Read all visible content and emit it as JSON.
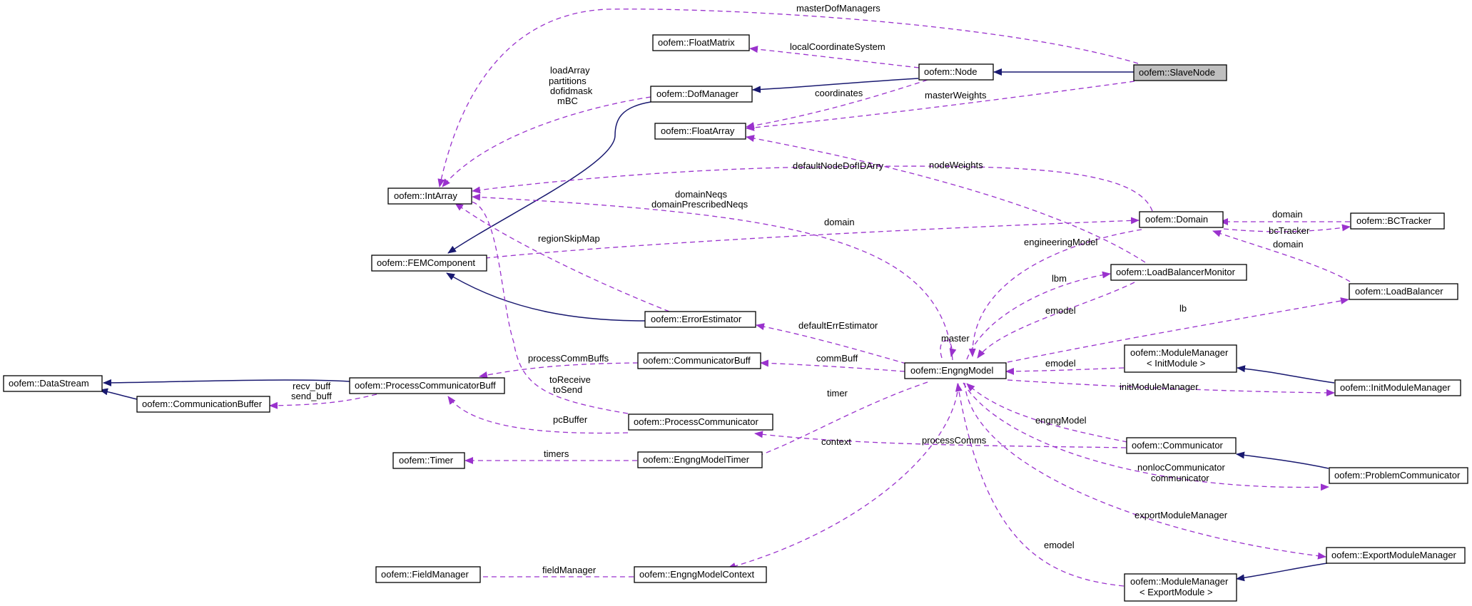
{
  "colors": {
    "inheritance": "#191970",
    "usage": "#9a32cd",
    "focus_fill": "#bfbfbf"
  },
  "nodes": {
    "slavenode": "oofem::SlaveNode",
    "node": "oofem::Node",
    "floatmatrix": "oofem::FloatMatrix",
    "dofmanager": "oofem::DofManager",
    "floatarray": "oofem::FloatArray",
    "intarray": "oofem::IntArray",
    "femcomponent": "oofem::FEMComponent",
    "domain": "oofem::Domain",
    "bctracker": "oofem::BCTracker",
    "loadbalancermonitor": "oofem::LoadBalancerMonitor",
    "loadbalancer": "oofem::LoadBalancer",
    "errorestimator": "oofem::ErrorEstimator",
    "communicatorbuff": "oofem::CommunicatorBuff",
    "engngmodel": "oofem::EngngModel",
    "datastream": "oofem::DataStream",
    "processcommunicatorbuff": "oofem::ProcessCommunicatorBuff",
    "communicationbuffer": "oofem::CommunicationBuffer",
    "modulemanager_init_1": "oofem::ModuleManager",
    "modulemanager_init_2": "< InitModule >",
    "initmodulemanager": "oofem::InitModuleManager",
    "processcommunicator": "oofem::ProcessCommunicator",
    "timer": "oofem::Timer",
    "engngmodeltimer": "oofem::EngngModelTimer",
    "communicator": "oofem::Communicator",
    "problemcommunicator": "oofem::ProblemCommunicator",
    "exportmodulemanager": "oofem::ExportModuleManager",
    "fieldmanager": "oofem::FieldManager",
    "engngmodelcontext": "oofem::EngngModelContext",
    "modulemanager_export_1": "oofem::ModuleManager",
    "modulemanager_export_2": "< ExportModule >"
  },
  "labels": {
    "masterDofManagers": "masterDofManagers",
    "localCoordinateSystem": "localCoordinateSystem",
    "loadArray": "loadArray",
    "partitions": "partitions",
    "dofidmask": "dofidmask",
    "mBC": "mBC",
    "coordinates": "coordinates",
    "masterWeights": "masterWeights",
    "defaultNodeDofIDArry": "defaultNodeDofIDArry",
    "nodeWeights": "nodeWeights",
    "domainNeqs": "domainNeqs",
    "domainPrescribedNeqs": "domainPrescribedNeqs",
    "domain_eng": "domain",
    "domain_bct": "domain",
    "domain_lb": "domain",
    "bcTracker": "bcTracker",
    "regionSkipMap": "regionSkipMap",
    "engineeringModel": "engineeringModel",
    "lbm": "lbm",
    "emodel_lbm": "emodel",
    "lb": "lb",
    "master": "master",
    "defaultErrEstimator": "defaultErrEstimator",
    "processCommBuffs": "processCommBuffs",
    "commBuff": "commBuff",
    "emodel_init": "emodel",
    "recv_buff": "recv_buff",
    "send_buff": "send_buff",
    "toReceive": "toReceive",
    "toSend": "toSend",
    "initModuleManager": "initModuleManager",
    "timer": "timer",
    "pcBuffer": "pcBuffer",
    "engngModel": "engngModel",
    "processComms": "processComms",
    "context": "context",
    "timers": "timers",
    "nonlocCommunicator": "nonlocCommunicator",
    "communicator": "communicator",
    "exportModuleManager": "exportModuleManager",
    "emodel_export": "emodel",
    "fieldManager": "fieldManager"
  }
}
